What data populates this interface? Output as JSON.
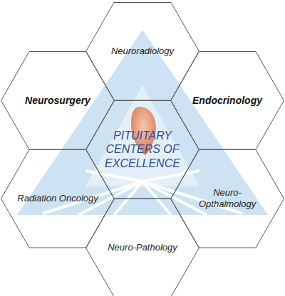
{
  "diagram": {
    "nodes": [
      {
        "text": [
          "Neuroradiology"
        ]
      },
      {
        "text": [
          "Neurosurgery"
        ]
      },
      {
        "text": [
          "Endocrinology"
        ]
      },
      {
        "text": [
          "PITUITARY CENTERS OF EXCELLENCE"
        ]
      },
      {
        "text": [
          "Radiation Oncology"
        ]
      },
      {
        "text": [
          "Neuro- Opthalmology"
        ]
      },
      {
        "text": [
          "Neuro-Pathology"
        ]
      }
    ]
  }
}
